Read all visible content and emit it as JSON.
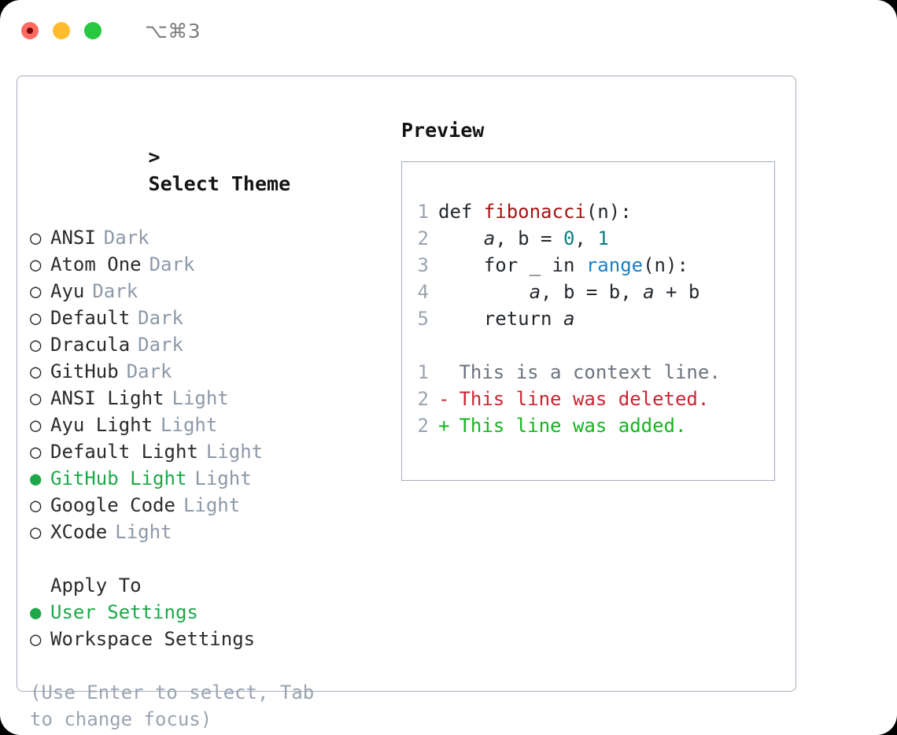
{
  "window": {
    "shortcut": "⌥⌘3",
    "traffic_lights": [
      {
        "name": "close-button",
        "color": "#ff6b63"
      },
      {
        "name": "minimize-button",
        "color": "#ffbd2e"
      },
      {
        "name": "maximize-button",
        "color": "#28c840"
      }
    ]
  },
  "theme_picker": {
    "caret": ">",
    "title": "Select Theme",
    "selected_bullet": "●",
    "unselected_bullet": "○",
    "selected_color": "#1ea84a",
    "badge_color": "#8d99a8",
    "items": [
      {
        "label": "ANSI",
        "badge": "Dark",
        "selected": false
      },
      {
        "label": "Atom One",
        "badge": "Dark",
        "selected": false
      },
      {
        "label": "Ayu",
        "badge": "Dark",
        "selected": false
      },
      {
        "label": "Default",
        "badge": "Dark",
        "selected": false
      },
      {
        "label": "Dracula",
        "badge": "Dark",
        "selected": false
      },
      {
        "label": "GitHub",
        "badge": "Dark",
        "selected": false
      },
      {
        "label": "ANSI Light",
        "badge": "Light",
        "selected": false
      },
      {
        "label": "Ayu Light",
        "badge": "Light",
        "selected": false
      },
      {
        "label": "Default Light",
        "badge": "Light",
        "selected": false
      },
      {
        "label": "GitHub Light",
        "badge": "Light",
        "selected": true
      },
      {
        "label": "Google Code",
        "badge": "Light",
        "selected": false
      },
      {
        "label": "XCode",
        "badge": "Light",
        "selected": false
      }
    ]
  },
  "apply_to": {
    "title": "Apply To",
    "items": [
      {
        "label": "User Settings",
        "selected": true
      },
      {
        "label": "Workspace Settings",
        "selected": false
      }
    ]
  },
  "hint": "(Use Enter to select, Tab to change focus)",
  "preview": {
    "title": "Preview",
    "code_lines": [
      {
        "number": "1",
        "tokens": [
          {
            "text": "def ",
            "type": "plain"
          },
          {
            "text": "fibonacci",
            "type": "func"
          },
          {
            "text": "(n):",
            "type": "plain"
          }
        ]
      },
      {
        "number": "2",
        "tokens": [
          {
            "text": "    ",
            "type": "plain"
          },
          {
            "text": "a",
            "type": "var"
          },
          {
            "text": ", b = ",
            "type": "plain"
          },
          {
            "text": "0",
            "type": "num"
          },
          {
            "text": ", ",
            "type": "plain"
          },
          {
            "text": "1",
            "type": "num"
          }
        ]
      },
      {
        "number": "3",
        "tokens": [
          {
            "text": "    for _ in ",
            "type": "plain"
          },
          {
            "text": "range",
            "type": "kw"
          },
          {
            "text": "(n):",
            "type": "plain"
          }
        ]
      },
      {
        "number": "4",
        "tokens": [
          {
            "text": "        ",
            "type": "plain"
          },
          {
            "text": "a",
            "type": "var"
          },
          {
            "text": ", b = b, ",
            "type": "plain"
          },
          {
            "text": "a",
            "type": "var"
          },
          {
            "text": " + b",
            "type": "plain"
          }
        ]
      },
      {
        "number": "5",
        "tokens": [
          {
            "text": "    return ",
            "type": "plain"
          },
          {
            "text": "a",
            "type": "var"
          }
        ]
      }
    ],
    "diff_lines": [
      {
        "number": "1",
        "mark": " ",
        "text": "This is a context line.",
        "kind": "ctx"
      },
      {
        "number": "2",
        "mark": "-",
        "text": "This line was deleted.",
        "kind": "del"
      },
      {
        "number": "2",
        "mark": "+",
        "text": "This line was added.",
        "kind": "add"
      }
    ]
  }
}
